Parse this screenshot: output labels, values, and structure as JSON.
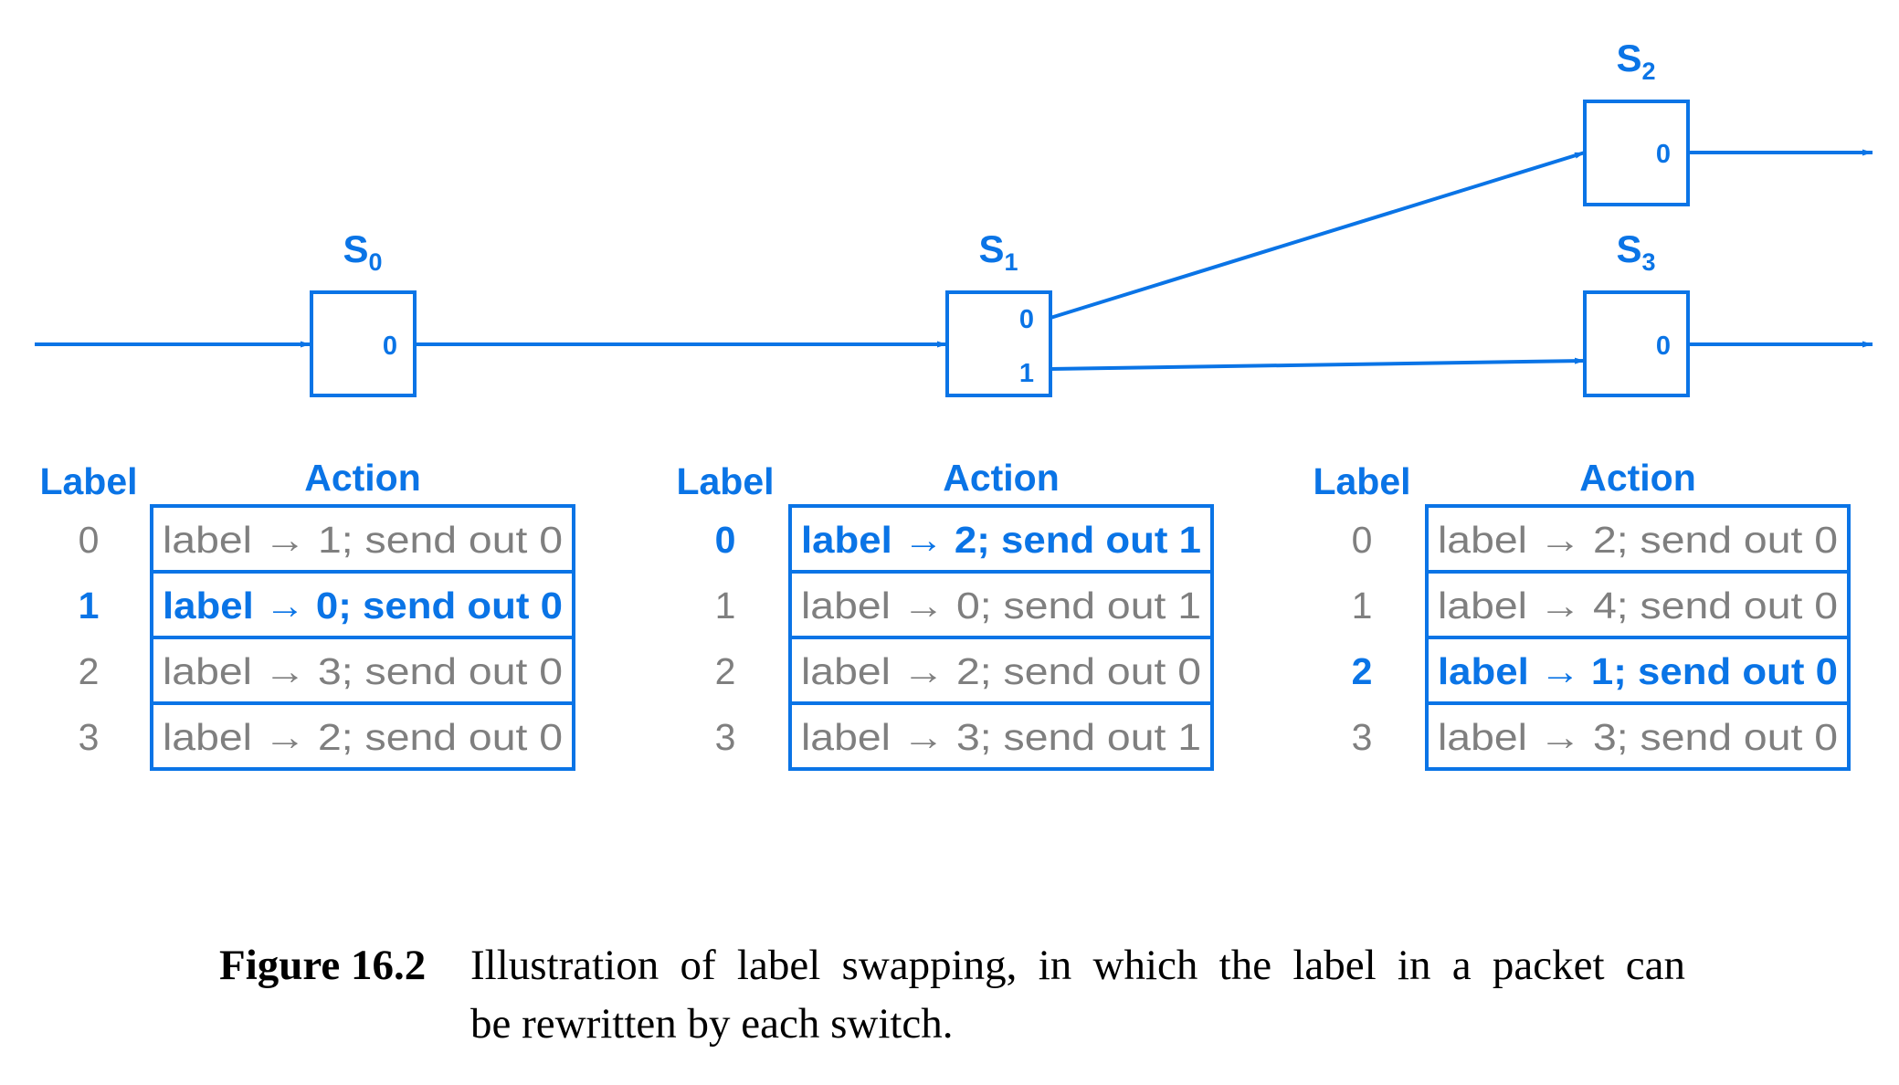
{
  "switches": [
    {
      "name": "S",
      "sub": "0",
      "ports": [
        "0"
      ]
    },
    {
      "name": "S",
      "sub": "1",
      "ports": [
        "0",
        "1"
      ]
    },
    {
      "name": "S",
      "sub": "2",
      "ports": [
        "0"
      ]
    },
    {
      "name": "S",
      "sub": "3",
      "ports": [
        "0"
      ]
    }
  ],
  "tables": [
    {
      "label_header": "Label",
      "action_header": "Action",
      "active_row": 1,
      "rows": [
        {
          "label": "0",
          "action": "label → 1; send out 0"
        },
        {
          "label": "1",
          "action": "label → 0; send out 0"
        },
        {
          "label": "2",
          "action": "label → 3; send out 0"
        },
        {
          "label": "3",
          "action": "label → 2; send out 0"
        }
      ]
    },
    {
      "label_header": "Label",
      "action_header": "Action",
      "active_row": 0,
      "rows": [
        {
          "label": "0",
          "action": "label → 2; send out 1"
        },
        {
          "label": "1",
          "action": "label → 0; send out 1"
        },
        {
          "label": "2",
          "action": "label → 2; send out 0"
        },
        {
          "label": "3",
          "action": "label → 3; send out 1"
        }
      ]
    },
    {
      "label_header": "Label",
      "action_header": "Action",
      "active_row": 2,
      "rows": [
        {
          "label": "0",
          "action": "label → 2; send out 0"
        },
        {
          "label": "1",
          "action": "label → 4; send out 0"
        },
        {
          "label": "2",
          "action": "label → 1; send out 0"
        },
        {
          "label": "3",
          "action": "label → 3; send out 0"
        }
      ]
    }
  ],
  "colors": {
    "accent": "#0a74e6",
    "inactive": "#7f7f7f"
  },
  "caption": {
    "number": "Figure 16.2",
    "line1": "Illustration of label swapping, in which the label in a packet can",
    "line2": "be rewritten by each switch."
  }
}
